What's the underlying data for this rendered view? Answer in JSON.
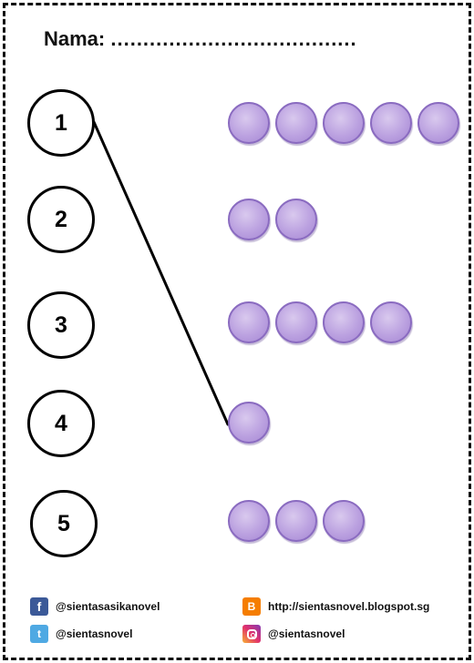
{
  "header": {
    "name_label": "Nama:",
    "name_dots": "......................................"
  },
  "numbers": [
    "1",
    "2",
    "3",
    "4",
    "5"
  ],
  "dot_rows": [
    {
      "count": 5
    },
    {
      "count": 2
    },
    {
      "count": 4
    },
    {
      "count": 1
    },
    {
      "count": 3
    }
  ],
  "example_match": {
    "from_number": "1",
    "to_row_count": 1
  },
  "colors": {
    "dot_fill": "#bba1e0",
    "dot_border": "#8a6bc0",
    "line": "#000000"
  },
  "footer": {
    "facebook": {
      "icon": "facebook-icon",
      "handle": "@sientasasikanovel"
    },
    "twitter": {
      "icon": "twitter-icon",
      "handle": "@sientasnovel"
    },
    "blogger": {
      "icon": "blogger-icon",
      "url": "http://sientasnovel.blogspot.sg"
    },
    "instagram": {
      "icon": "instagram-icon",
      "handle": "@sientasnovel"
    }
  }
}
